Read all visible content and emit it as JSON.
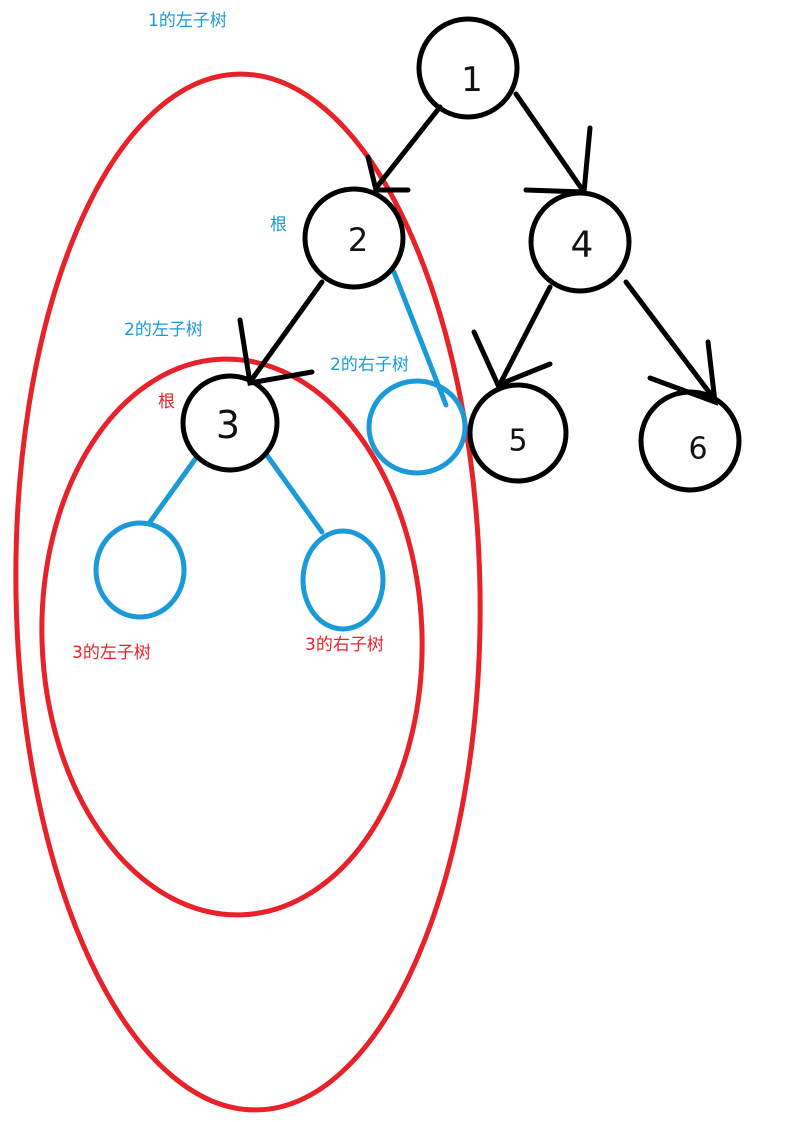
{
  "nodes": {
    "n1": "1",
    "n2": "2",
    "n3": "3",
    "n4": "4",
    "n5": "5",
    "n6": "6"
  },
  "annotations": {
    "left_subtree_of_1": "1的左子树",
    "root_2": "根",
    "left_subtree_of_2": "2的左子树",
    "right_subtree_of_2": "2的右子树",
    "root_3": "根",
    "left_subtree_of_3": "3的左子树",
    "right_subtree_of_3": "3的右子树"
  },
  "colors": {
    "node_stroke": "#000000",
    "highlight_red": "#e8222a",
    "empty_node_blue": "#1a9ad8",
    "label_blue": "#1a9ad8",
    "label_red": "#e8222a"
  }
}
